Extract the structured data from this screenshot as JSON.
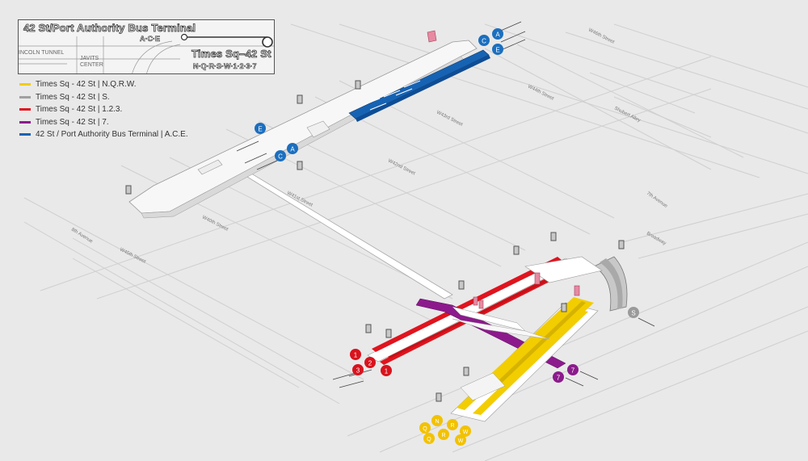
{
  "inset": {
    "title1": "42 St/Port Authority Bus Terminal",
    "sub1": "A·C·E",
    "title2": "Times Sq–42 St",
    "sub2": "N·Q·R·S·W·1·2·3·7",
    "label_tunnel": "INCOLN TUNNEL",
    "label_javits": "JAVITS\nCENTER"
  },
  "legend": [
    {
      "label": "Times Sq - 42 St | N.Q.R.W.",
      "color": "#f2cd00"
    },
    {
      "label": "Times Sq - 42 St | S.",
      "color": "#a0a0a0"
    },
    {
      "label": "Times Sq - 42 St | 1.2.3.",
      "color": "#e0141e"
    },
    {
      "label": "Times Sq - 42 St | 7.",
      "color": "#8c1a8c"
    },
    {
      "label": "42 St / Port Authority Bus Terminal | A.C.E.",
      "color": "#1763b3"
    }
  ],
  "streets": {
    "w44": "W44th Street",
    "w43": "W43rd Street",
    "w42": "W42nd Street",
    "w41": "W41st Street",
    "w40": "W40th Street",
    "w45": "W45th Street",
    "w46": "W46th Street",
    "shubert": "Shubert Alley",
    "seventh": "7th Avenue",
    "broadway": "Broadway",
    "eighth": "8th Avenue"
  },
  "bullets": {
    "ace_top": [
      {
        "t": "C",
        "c": "#1b6fbf"
      },
      {
        "t": "A",
        "c": "#1b6fbf"
      },
      {
        "t": "E",
        "c": "#1b6fbf"
      }
    ],
    "ace_mid": [
      {
        "t": "E",
        "c": "#1b6fbf"
      },
      {
        "t": "C",
        "c": "#1b6fbf"
      },
      {
        "t": "A",
        "c": "#1b6fbf"
      }
    ],
    "s": [
      {
        "t": "S",
        "c": "#9a9a9a"
      }
    ],
    "seven": [
      {
        "t": "7",
        "c": "#8c1a8c"
      },
      {
        "t": "7",
        "c": "#8c1a8c"
      }
    ],
    "red": [
      {
        "t": "1",
        "c": "#d8131d"
      },
      {
        "t": "2",
        "c": "#d8131d"
      },
      {
        "t": "3",
        "c": "#d8131d"
      },
      {
        "t": "1",
        "c": "#d8131d"
      }
    ],
    "yellow": [
      {
        "t": "N",
        "c": "#f2c200"
      },
      {
        "t": "Q",
        "c": "#f2c200"
      },
      {
        "t": "R",
        "c": "#f2c200"
      },
      {
        "t": "W",
        "c": "#f2c200"
      },
      {
        "t": "Q",
        "c": "#f2c200"
      },
      {
        "t": "R",
        "c": "#f2c200"
      },
      {
        "t": "W",
        "c": "#f2c200"
      }
    ]
  }
}
